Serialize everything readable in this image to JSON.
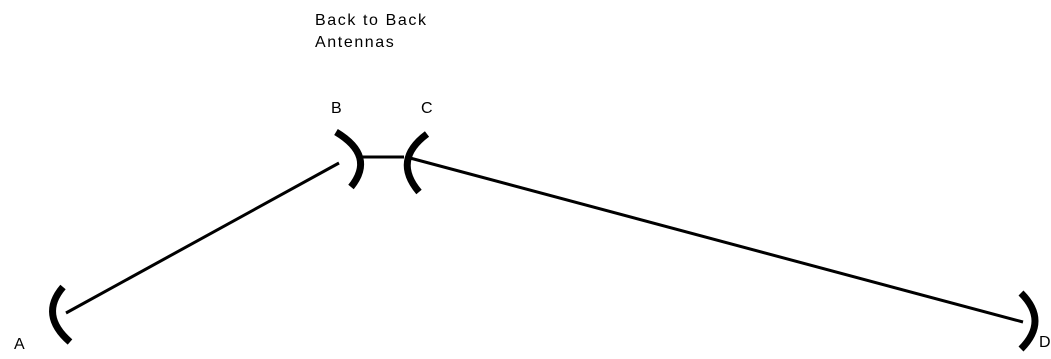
{
  "title": {
    "line1": "Back to Back",
    "line2": "Antennas"
  },
  "nodes": {
    "a": "A",
    "b": "B",
    "c": "C",
    "d": "D"
  },
  "colors": {
    "stroke": "#000000",
    "background": "#ffffff"
  }
}
